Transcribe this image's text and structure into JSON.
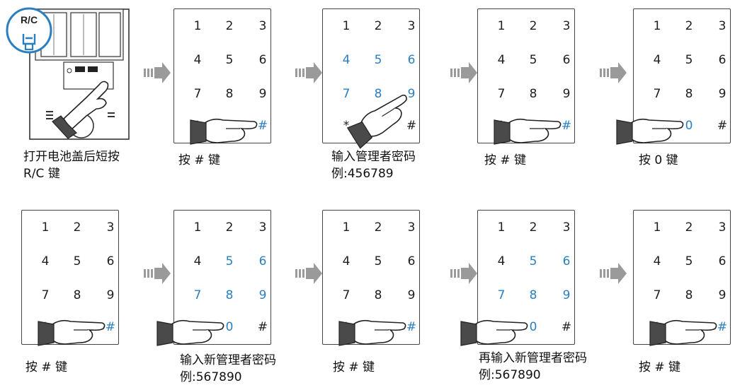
{
  "captions": {
    "s1_line1": "打开电池盖后短按",
    "s1_line2": "R/C  键",
    "s2": "按 # 键",
    "s3_line1": "输入管理者密码",
    "s3_line2": "例:456789",
    "s4": "按 # 键",
    "s5": "按 0 键",
    "s6": "按 # 键",
    "s7_line1": "输入新管理者密码",
    "s7_line2": "例:567890",
    "s8": "按 # 键",
    "s9_line1": "再输入新管理者密码",
    "s9_line2": "例:567890",
    "s10": "按 # 键"
  },
  "badge": {
    "label": "R/C"
  },
  "keys": [
    "1",
    "2",
    "3",
    "4",
    "5",
    "6",
    "7",
    "8",
    "9",
    "*",
    "0",
    "#"
  ],
  "colors": {
    "highlight": "#2a7fc0",
    "arrow": "#9a9a9a",
    "frame": "#444444"
  }
}
